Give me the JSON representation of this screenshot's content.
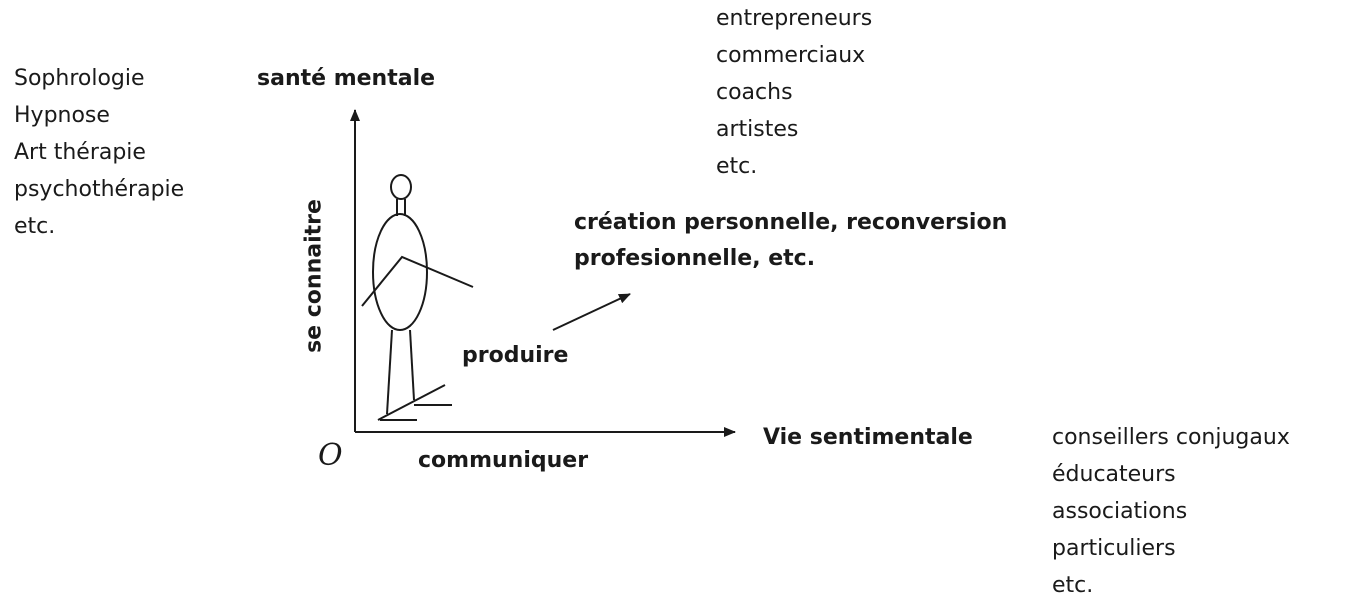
{
  "left_list": [
    "Sophrologie",
    "Hypnose",
    "Art thérapie",
    "psychothérapie",
    "etc."
  ],
  "top_list": [
    "entrepreneurs",
    "commerciaux",
    "coachs",
    "artistes",
    "etc."
  ],
  "bottom_list": [
    "conseillers conjugaux",
    "éducateurs",
    "associations",
    "particuliers",
    "etc."
  ],
  "axes": {
    "vertical_top": "santé mentale",
    "vertical_side": "se connaitre",
    "horizontal_end": "Vie sentimentale",
    "horizontal_under": "communiquer",
    "diagonal_mid": "produire",
    "diagonal_end_line1": "création personnelle,  reconversion",
    "diagonal_end_line2": "profesionnelle, etc.",
    "origin": "O"
  }
}
